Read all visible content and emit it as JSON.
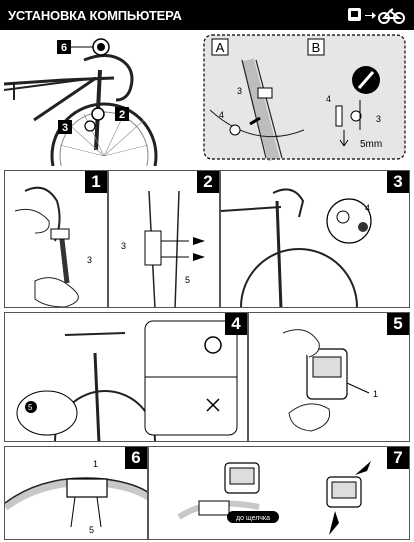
{
  "header": {
    "title": "УСТАНОВКА КОМПЬЮТЕРА"
  },
  "overview": {
    "badge_6": "6",
    "badge_2": "2",
    "badge_3": "3",
    "inset_a": "A",
    "inset_b": "B",
    "label_3a": "3",
    "label_4a": "4",
    "label_4b": "4",
    "label_3b": "3",
    "gap_label": "5mm"
  },
  "steps": [
    {
      "num": "1",
      "labels": [
        "3"
      ]
    },
    {
      "num": "2",
      "labels": [
        "3",
        "5"
      ]
    },
    {
      "num": "3",
      "labels": [
        "4"
      ]
    },
    {
      "num": "4",
      "labels": [
        "5"
      ]
    },
    {
      "num": "5",
      "labels": [
        "1"
      ]
    },
    {
      "num": "6",
      "labels": [
        "1",
        "5"
      ]
    },
    {
      "num": "7",
      "labels": [
        "до щелчка"
      ]
    }
  ]
}
